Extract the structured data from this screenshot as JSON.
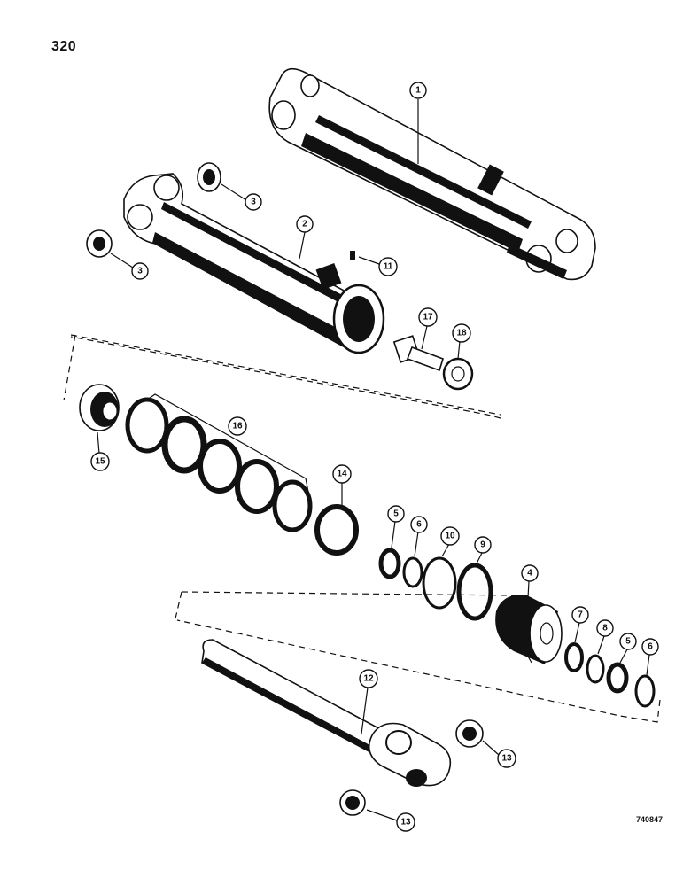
{
  "page": {
    "number": "320",
    "figure_id": "740847"
  },
  "callouts": [
    {
      "id": "c1",
      "label": "1"
    },
    {
      "id": "c2",
      "label": "2"
    },
    {
      "id": "c3a",
      "label": "3"
    },
    {
      "id": "c3b",
      "label": "3"
    },
    {
      "id": "c11",
      "label": "11"
    },
    {
      "id": "c17",
      "label": "17"
    },
    {
      "id": "c18",
      "label": "18"
    },
    {
      "id": "c15",
      "label": "15"
    },
    {
      "id": "c16",
      "label": "16"
    },
    {
      "id": "c14",
      "label": "14"
    },
    {
      "id": "c5a",
      "label": "5"
    },
    {
      "id": "c6a",
      "label": "6"
    },
    {
      "id": "c10",
      "label": "10"
    },
    {
      "id": "c9",
      "label": "9"
    },
    {
      "id": "c4",
      "label": "4"
    },
    {
      "id": "c7",
      "label": "7"
    },
    {
      "id": "c8",
      "label": "8"
    },
    {
      "id": "c5b",
      "label": "5"
    },
    {
      "id": "c6b",
      "label": "6"
    },
    {
      "id": "c12",
      "label": "12"
    },
    {
      "id": "c13a",
      "label": "13"
    },
    {
      "id": "c13b",
      "label": "13"
    }
  ]
}
